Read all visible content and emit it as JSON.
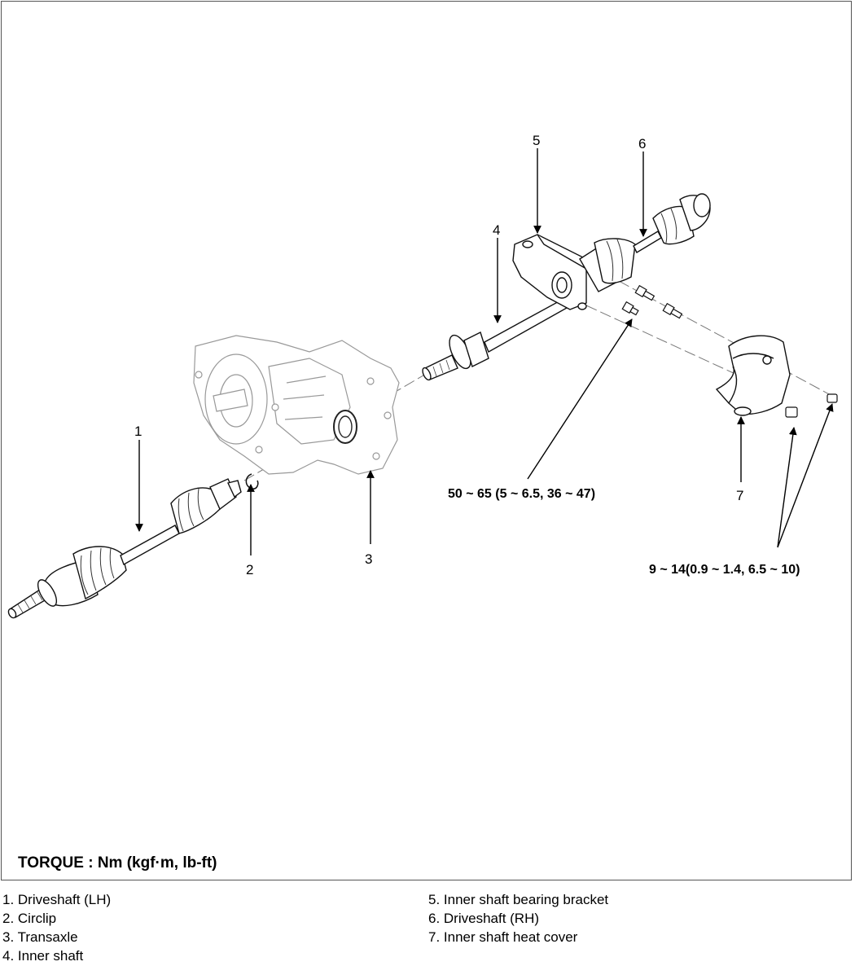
{
  "callouts": {
    "c1": "1",
    "c2": "2",
    "c3": "3",
    "c4": "4",
    "c5": "5",
    "c6": "6",
    "c7": "7"
  },
  "torque_specs": {
    "bracket_bolts": "50 ~ 65 (5 ~ 6.5, 36 ~ 47)",
    "heat_cover_bolts": "9 ~ 14(0.9 ~ 1.4, 6.5 ~ 10)"
  },
  "torque_title": "TORQUE : Nm (kgf·m, lb-ft)",
  "legend": {
    "left": [
      "1. Driveshaft (LH)",
      "2. Circlip",
      "3. Transaxle",
      "4. Inner shaft"
    ],
    "right": [
      "5. Inner shaft bearing bracket",
      "6. Driveshaft (RH)",
      "7. Inner shaft heat cover"
    ]
  }
}
